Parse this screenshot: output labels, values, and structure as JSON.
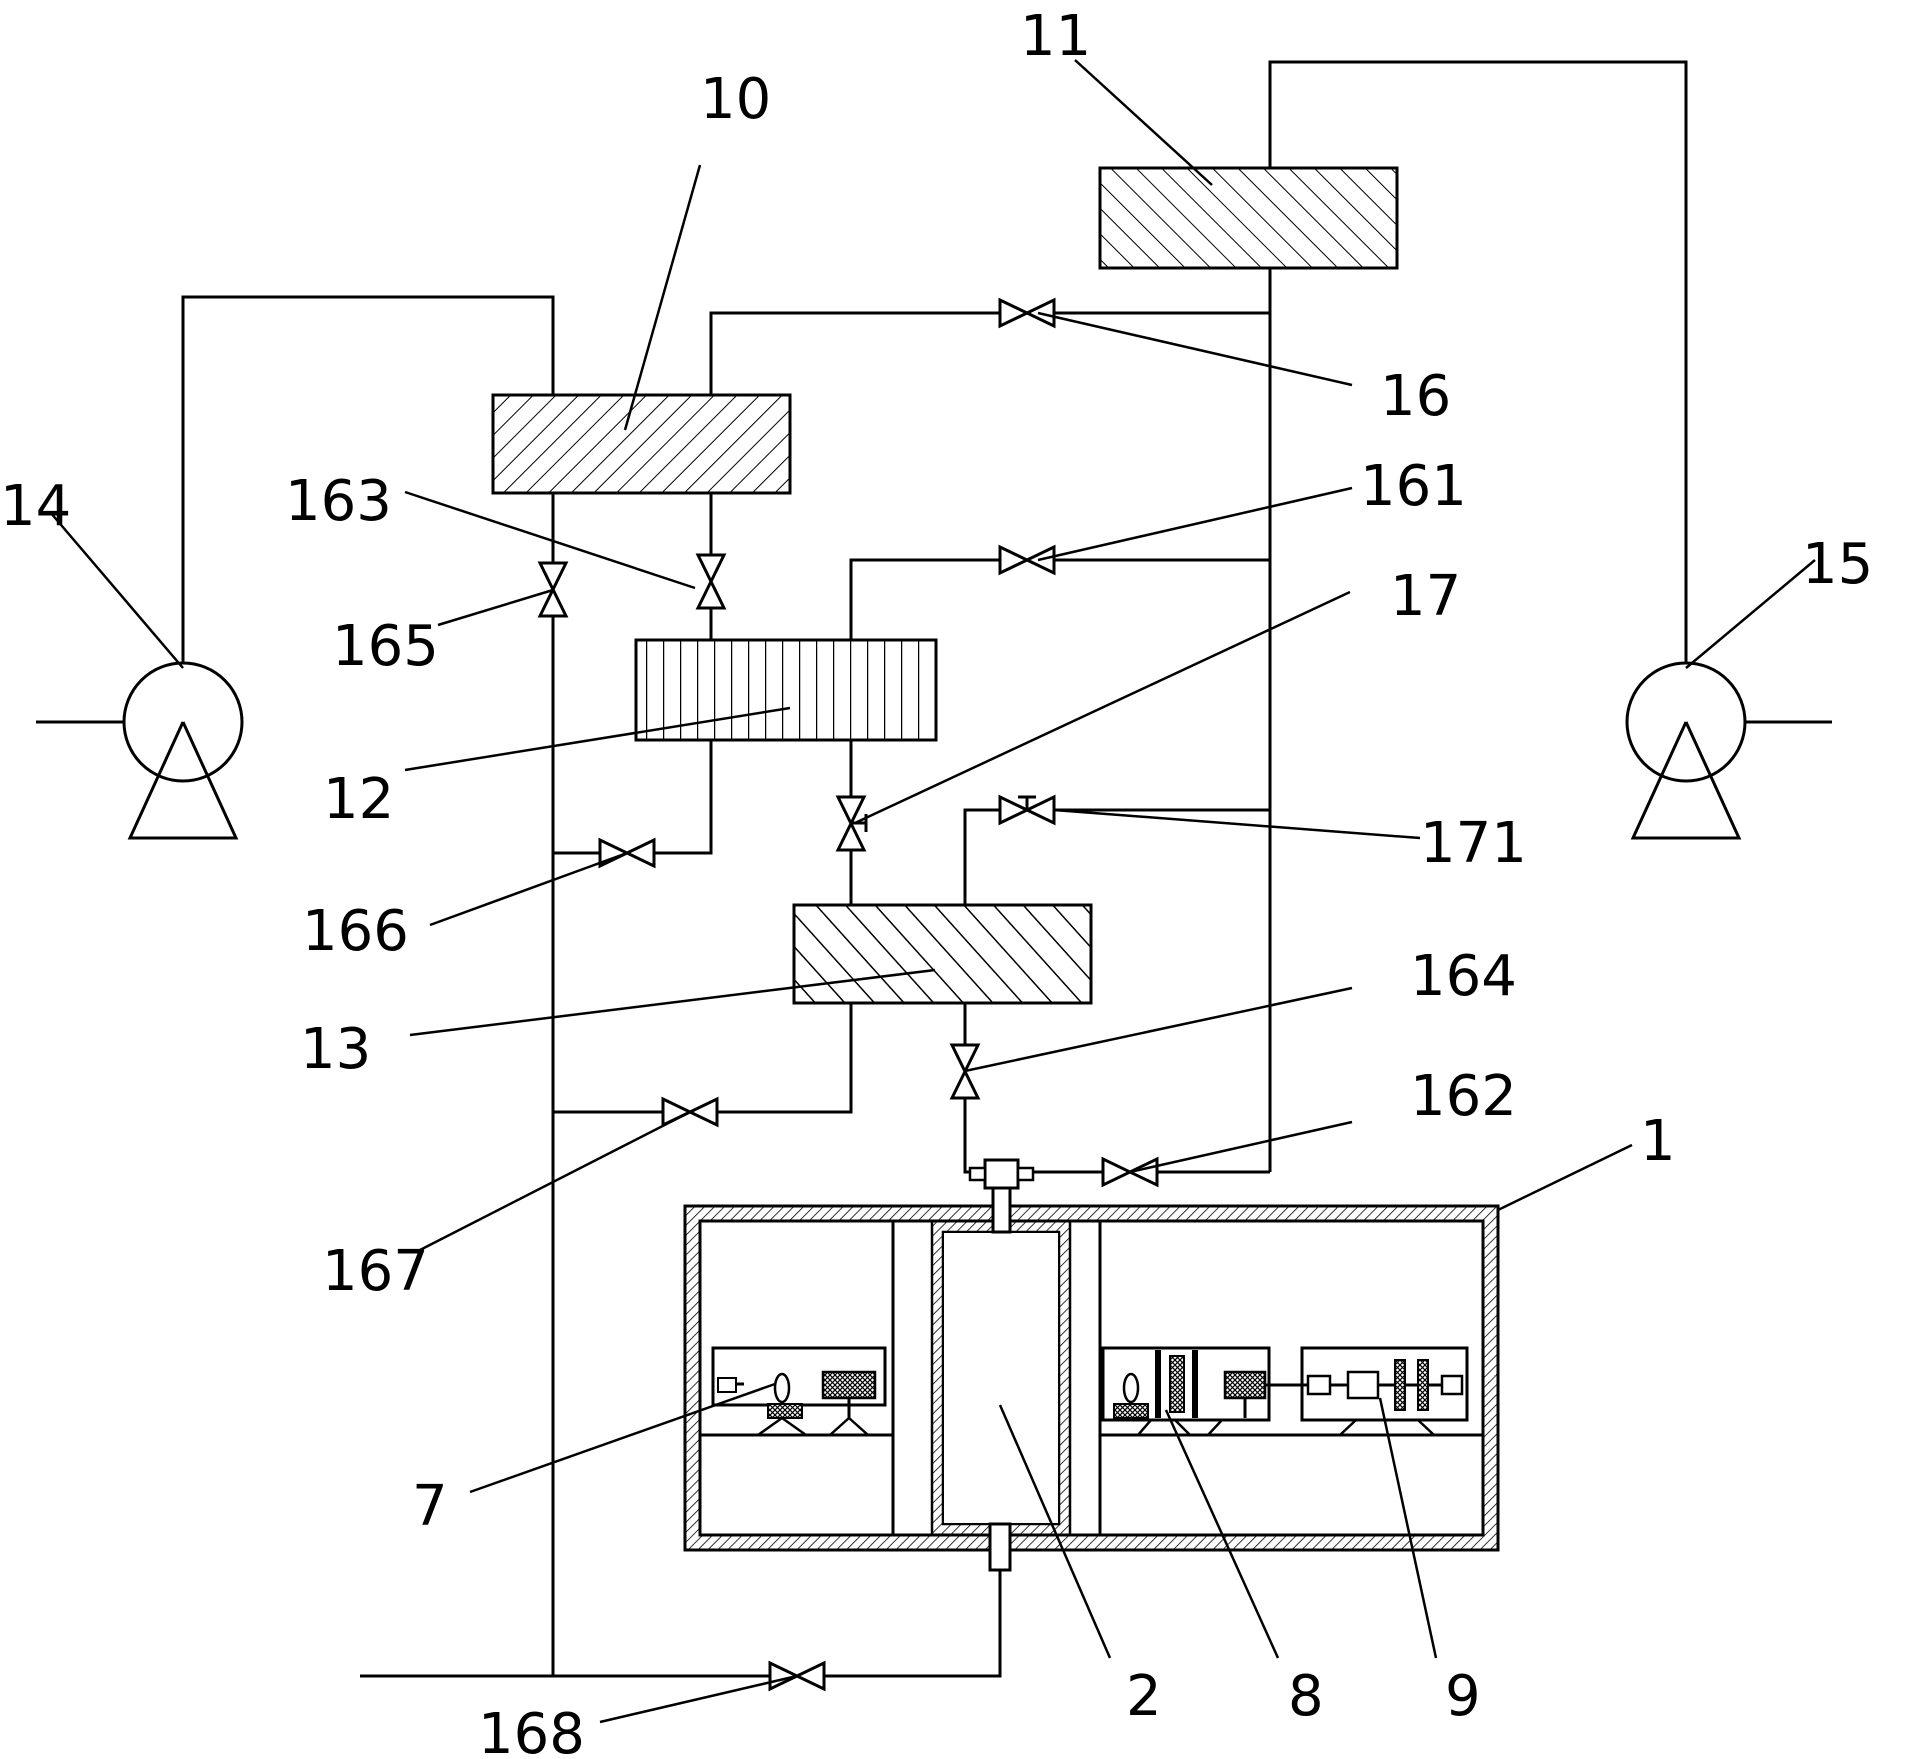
{
  "labels": {
    "l1": "1",
    "l2": "2",
    "l7": "7",
    "l8": "8",
    "l9": "9",
    "l10": "10",
    "l11": "11",
    "l12": "12",
    "l13": "13",
    "l14": "14",
    "l15": "15",
    "l16": "16",
    "l17": "17",
    "l161": "161",
    "l162": "162",
    "l163": "163",
    "l164": "164",
    "l165": "165",
    "l166": "166",
    "l167": "167",
    "l168": "168",
    "l171": "171"
  }
}
